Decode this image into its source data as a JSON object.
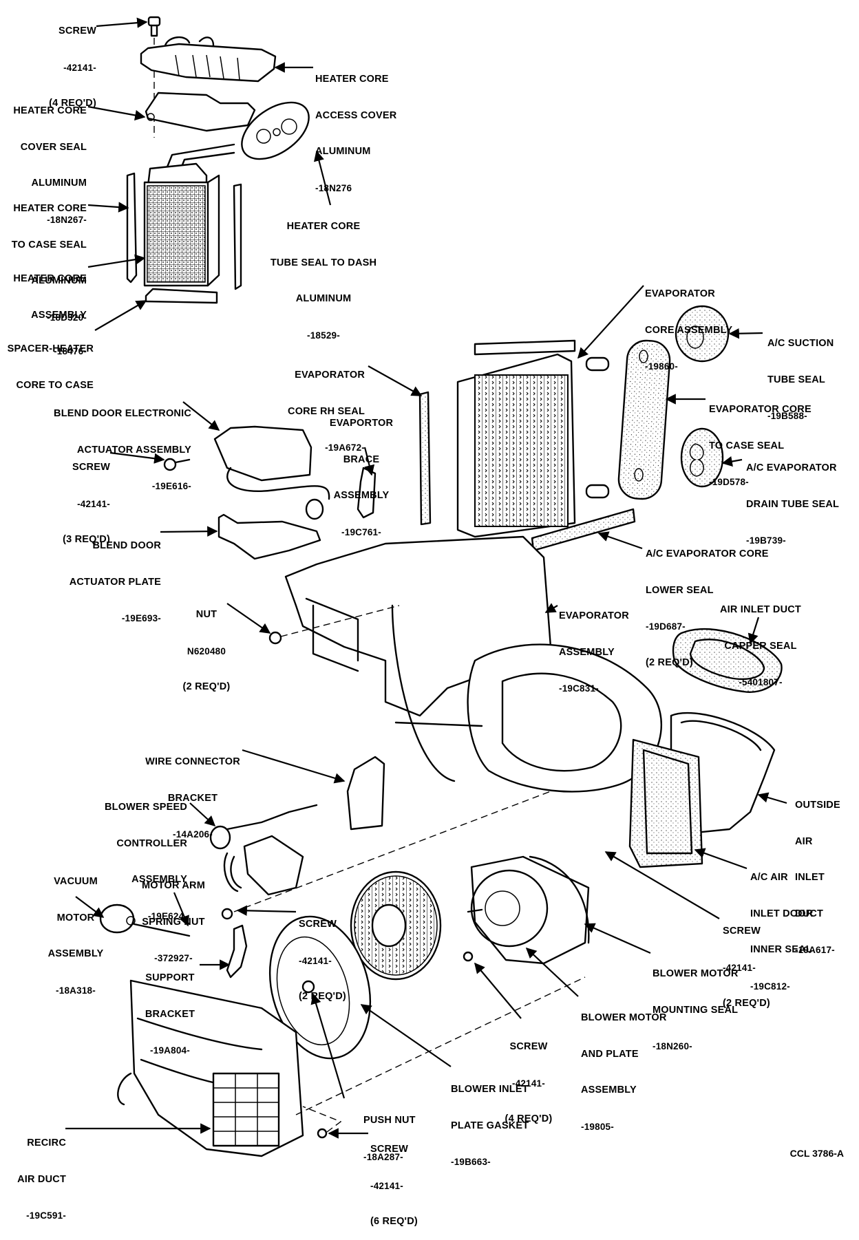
{
  "title": "Heater and Evaporator Assembly — Exploded View",
  "figure_code": "CCL 3786-A",
  "labels": {
    "screw_top": {
      "lines": [
        "SCREW",
        "-42141-",
        "(4 REQ'D)"
      ]
    },
    "heater_core_access_cover": {
      "lines": [
        "HEATER CORE",
        "ACCESS COVER",
        "ALUMINUM",
        "-18N276"
      ]
    },
    "heater_core_cover_seal": {
      "lines": [
        "HEATER CORE",
        "COVER SEAL",
        "ALUMINUM",
        "-18N267-"
      ]
    },
    "heater_core_tube_seal": {
      "lines": [
        "HEATER CORE",
        "TUBE SEAL TO DASH",
        "ALUMINUM",
        "-18529-"
      ]
    },
    "heater_core_to_case_seal": {
      "lines": [
        "HEATER CORE",
        "TO CASE SEAL",
        "ALUMINUM",
        "-18D320-"
      ]
    },
    "heater_core_assembly": {
      "lines": [
        "HEATER CORE",
        "ASSEMBLY",
        "-18476-"
      ]
    },
    "spacer_heater_core": {
      "lines": [
        "SPACER-HEATER",
        "CORE TO CASE"
      ]
    },
    "evaporator_core_assembly": {
      "lines": [
        "EVAPORATOR",
        "CORE ASSEMBLY",
        "-19860-"
      ]
    },
    "ac_suction_tube_seal": {
      "lines": [
        "A/C SUCTION",
        "TUBE SEAL",
        "-19B588-"
      ]
    },
    "evaporator_core_rh_seal": {
      "lines": [
        "EVAPORATOR",
        "CORE RH SEAL",
        "-19A672-"
      ]
    },
    "blend_door_actuator_assembly": {
      "lines": [
        "BLEND DOOR ELECTRONIC",
        "ACTUATOR ASSEMBLY",
        "-19E616-"
      ]
    },
    "evaporator_brace_assembly": {
      "lines": [
        "EVAPORTOR",
        "BRACE",
        "ASSEMBLY",
        "-19C761-"
      ]
    },
    "evaporator_core_to_case_seal": {
      "lines": [
        "EVAPORATOR CORE",
        "TO CASE SEAL",
        "-19D578-"
      ]
    },
    "screw_actuator": {
      "lines": [
        "SCREW",
        "-42141-",
        "(3 REQ'D)"
      ]
    },
    "ac_evaporator_drain_tube_seal": {
      "lines": [
        "A/C EVAPORATOR",
        "DRAIN TUBE SEAL",
        "-19B739-"
      ]
    },
    "blend_door_actuator_plate": {
      "lines": [
        "BLEND DOOR",
        "ACTUATOR PLATE",
        "-19E693-"
      ]
    },
    "ac_evaporator_core_lower_seal": {
      "lines": [
        "A/C EVAPORATOR CORE",
        "LOWER SEAL",
        "-19D687-",
        "(2 REQ'D)"
      ]
    },
    "nut": {
      "lines": [
        "NUT",
        "N620480",
        "(2 REQ'D)"
      ]
    },
    "evaporator_assembly": {
      "lines": [
        "EVAPORATOR",
        "ASSEMBLY",
        "-19C831-"
      ]
    },
    "air_inlet_duct_capper_seal": {
      "lines": [
        "AIR INLET DUCT",
        "CAPPER SEAL",
        "-5401807-"
      ]
    },
    "wire_connector_bracket": {
      "lines": [
        "WIRE CONNECTOR",
        "BRACKET",
        "-14A206-"
      ]
    },
    "blower_speed_controller": {
      "lines": [
        "BLOWER SPEED",
        "CONTROLLER",
        "ASSEMBLY",
        "-19E624-"
      ]
    },
    "outside_air_inlet_duct": {
      "lines": [
        "OUTSIDE",
        "AIR",
        "INLET",
        "DUCT",
        "-19A617-"
      ]
    },
    "vacuum_motor_assembly": {
      "lines": [
        "VACUUM",
        "MOTOR",
        "ASSEMBLY",
        "-18A318-"
      ]
    },
    "motor_arm_spring_nut": {
      "lines": [
        "MOTOR ARM",
        "SPRING NUT",
        "-372927-"
      ]
    },
    "ac_air_inlet_door_inner_seal": {
      "lines": [
        "A/C AIR",
        "INLET DOOR",
        "INNER SEAL",
        "-19C812-"
      ]
    },
    "screw_controller": {
      "lines": [
        "SCREW",
        "-42141-",
        "(2 REQ'D)"
      ]
    },
    "screw_inlet_duct": {
      "lines": [
        "SCREW",
        "-42141-",
        "(2 REQ'D)"
      ]
    },
    "support_bracket": {
      "lines": [
        "SUPPORT",
        "BRACKET",
        "-19A804-"
      ]
    },
    "blower_motor_mounting_seal": {
      "lines": [
        "BLOWER MOTOR",
        "MOUNTING SEAL",
        "-18N260-"
      ]
    },
    "blower_motor_plate_assembly": {
      "lines": [
        "BLOWER MOTOR",
        "AND PLATE",
        "ASSEMBLY",
        "-19805-"
      ]
    },
    "screw_blower_motor": {
      "lines": [
        "SCREW",
        "-42141-",
        "(4 REQ'D)"
      ]
    },
    "blower_inlet_plate_gasket": {
      "lines": [
        "BLOWER INLET",
        "PLATE GASKET",
        "-19B663-"
      ]
    },
    "push_nut": {
      "lines": [
        "PUSH NUT",
        "-18A287-"
      ]
    },
    "recirc_air_duct": {
      "lines": [
        "RECIRC",
        "AIR DUCT",
        "-19C591-"
      ]
    },
    "screw_recirc": {
      "lines": [
        "SCREW",
        "-42141-",
        "(6 REQ'D)"
      ]
    }
  }
}
